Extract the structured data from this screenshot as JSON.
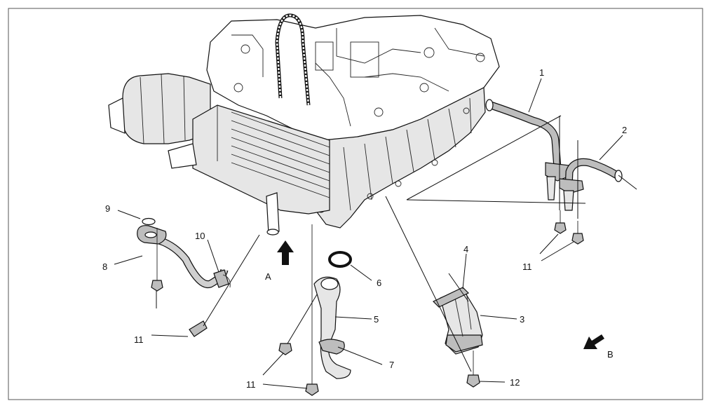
{
  "callouts": [
    "1",
    "2",
    "3",
    "4",
    "5",
    "6",
    "7",
    "8",
    "9",
    "10",
    "11",
    "11",
    "11",
    "11",
    "12"
  ],
  "view_labels": [
    "A",
    "B"
  ],
  "colors": {
    "line": "#111111",
    "part_fill": "#e6e6e6",
    "part_dark": "#bdbdbd",
    "border": "#555555"
  }
}
